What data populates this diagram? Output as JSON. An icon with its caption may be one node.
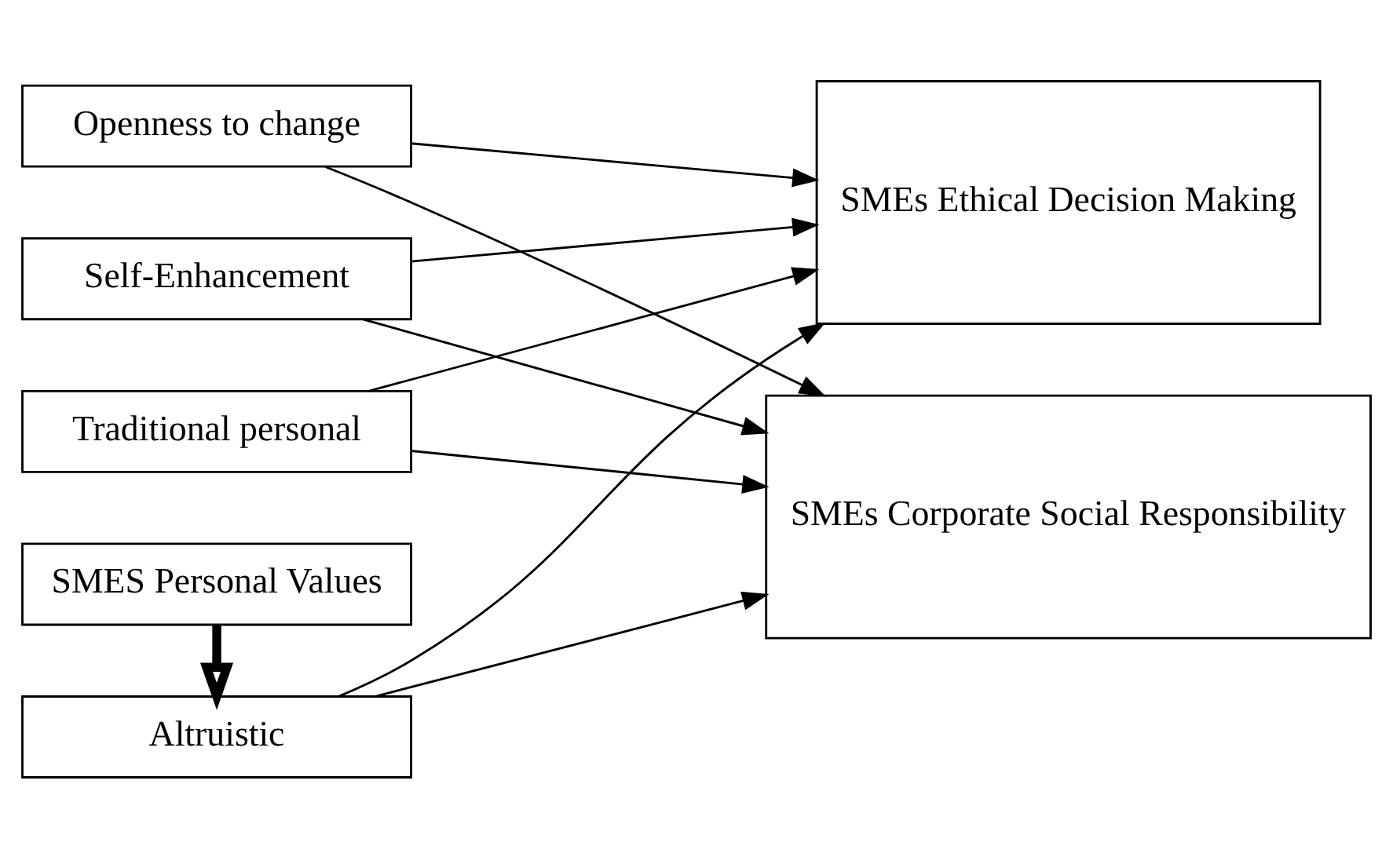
{
  "diagram": {
    "nodes": [
      {
        "text": [
          "SMES Personal Values"
        ]
      },
      {
        "text": [
          "Altruistic"
        ]
      },
      {
        "text": [
          "Openness to change"
        ]
      },
      {
        "text": [
          "Self-Enhancement"
        ]
      },
      {
        "text": [
          "Traditional personal"
        ]
      },
      {
        "text": [
          "SMEs Ethical Decision Making"
        ]
      },
      {
        "text": [
          "SMEs Corporate Social Responsibility"
        ]
      }
    ],
    "edges": [
      {
        "from": 0,
        "to": 1,
        "arrow": "to",
        "style": "thick"
      },
      {
        "from": 1,
        "to": 5,
        "arrow": "to"
      },
      {
        "from": 1,
        "to": 6,
        "arrow": "to"
      },
      {
        "from": 2,
        "to": 5,
        "arrow": "to"
      },
      {
        "from": 2,
        "to": 6,
        "arrow": "to"
      },
      {
        "from": 3,
        "to": 5,
        "arrow": "to"
      },
      {
        "from": 3,
        "to": 6,
        "arrow": "to"
      },
      {
        "from": 4,
        "to": 5,
        "arrow": "to"
      },
      {
        "from": 4,
        "to": 6,
        "arrow": "to"
      }
    ]
  }
}
